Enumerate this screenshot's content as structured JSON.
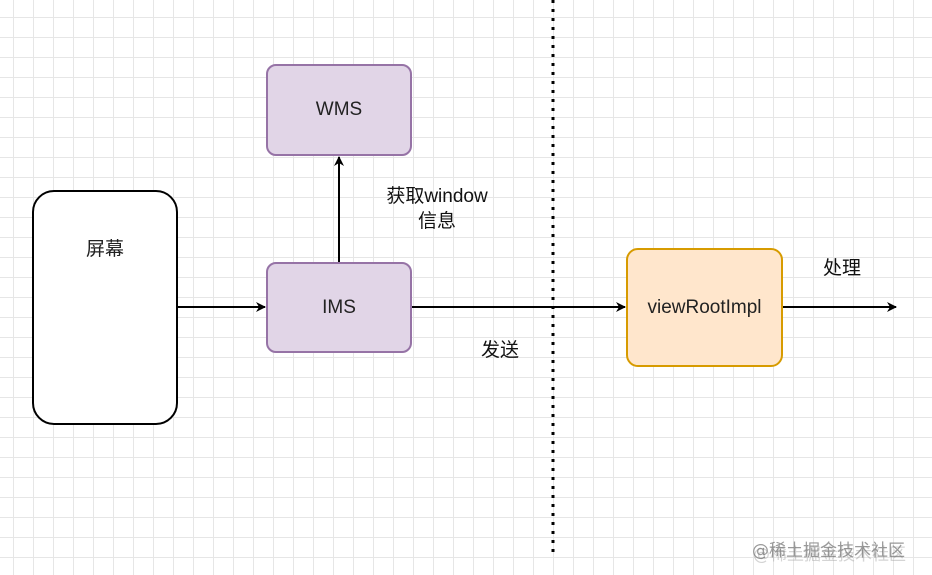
{
  "nodes": {
    "screen": "屏幕",
    "wms": "WMS",
    "ims": "IMS",
    "view_root_impl": "viewRootImpl"
  },
  "edge_labels": {
    "get_window_info": [
      "获取window",
      "信息"
    ],
    "send": "发送",
    "process": "处理"
  },
  "watermark": "@稀土掘金技术社区",
  "colors": {
    "purple_fill": "#e1d5e7",
    "purple_stroke": "#9673a6",
    "orange_fill": "#ffe6cc",
    "orange_stroke": "#d79b00",
    "grid": "#e6e6e6"
  }
}
